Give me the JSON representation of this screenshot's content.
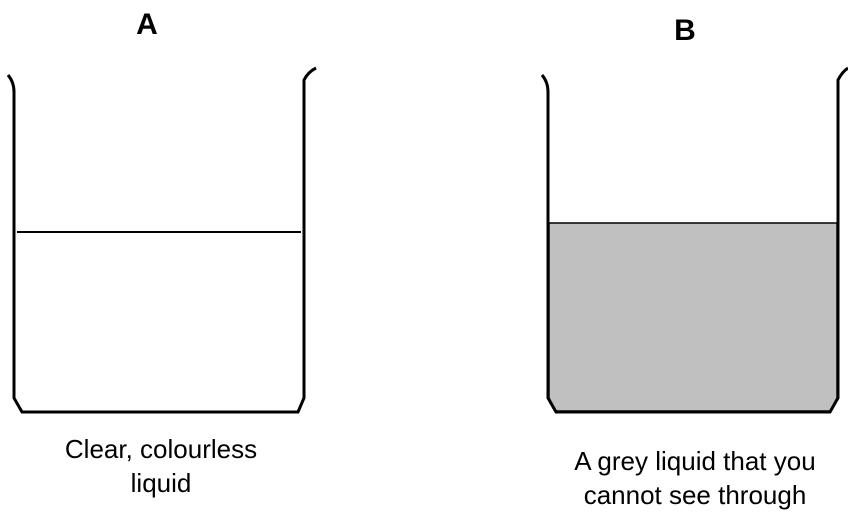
{
  "beakers": [
    {
      "letter": "A",
      "caption_line1": "Clear, colourless",
      "caption_line2": "liquid",
      "liquid_color": "#ffffff",
      "liquid_opaque": false
    },
    {
      "letter": "B",
      "caption_line1": "A grey liquid that you",
      "caption_line2": "cannot see through",
      "liquid_color": "#c0c0c0",
      "liquid_opaque": true
    }
  ]
}
